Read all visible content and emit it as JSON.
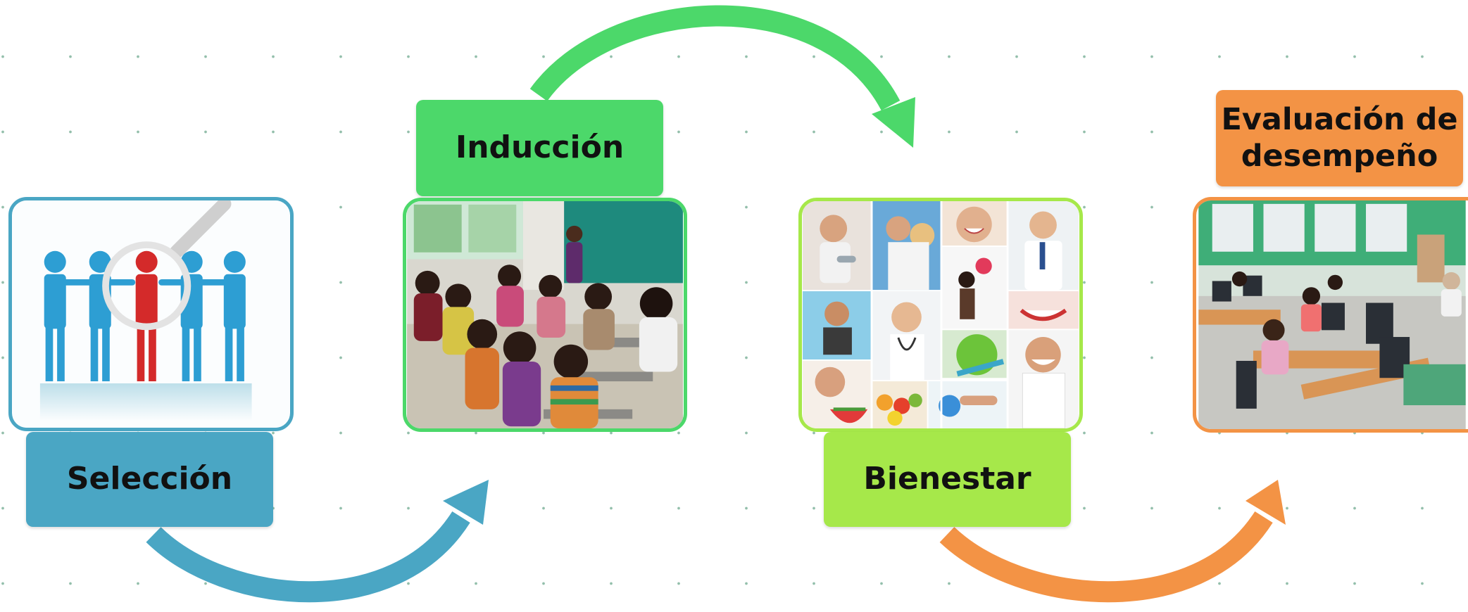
{
  "colors": {
    "seleccion": "#4aa6c4",
    "induccion": "#4cd86a",
    "bienestar": "#a6e84a",
    "evaluacion": "#f39345",
    "dots": "#6fa98f"
  },
  "steps": [
    {
      "label": "Selección",
      "image": "people-search-icon",
      "color": "#4aa6c4"
    },
    {
      "label": "Inducción",
      "image": "classroom-photo",
      "color": "#4cd86a"
    },
    {
      "label": "Bienestar",
      "image": "wellness-collage",
      "color": "#a6e84a"
    },
    {
      "label": "Evaluación de\ndesempeño",
      "image": "computer-lab-photo",
      "color": "#f39345"
    }
  ]
}
